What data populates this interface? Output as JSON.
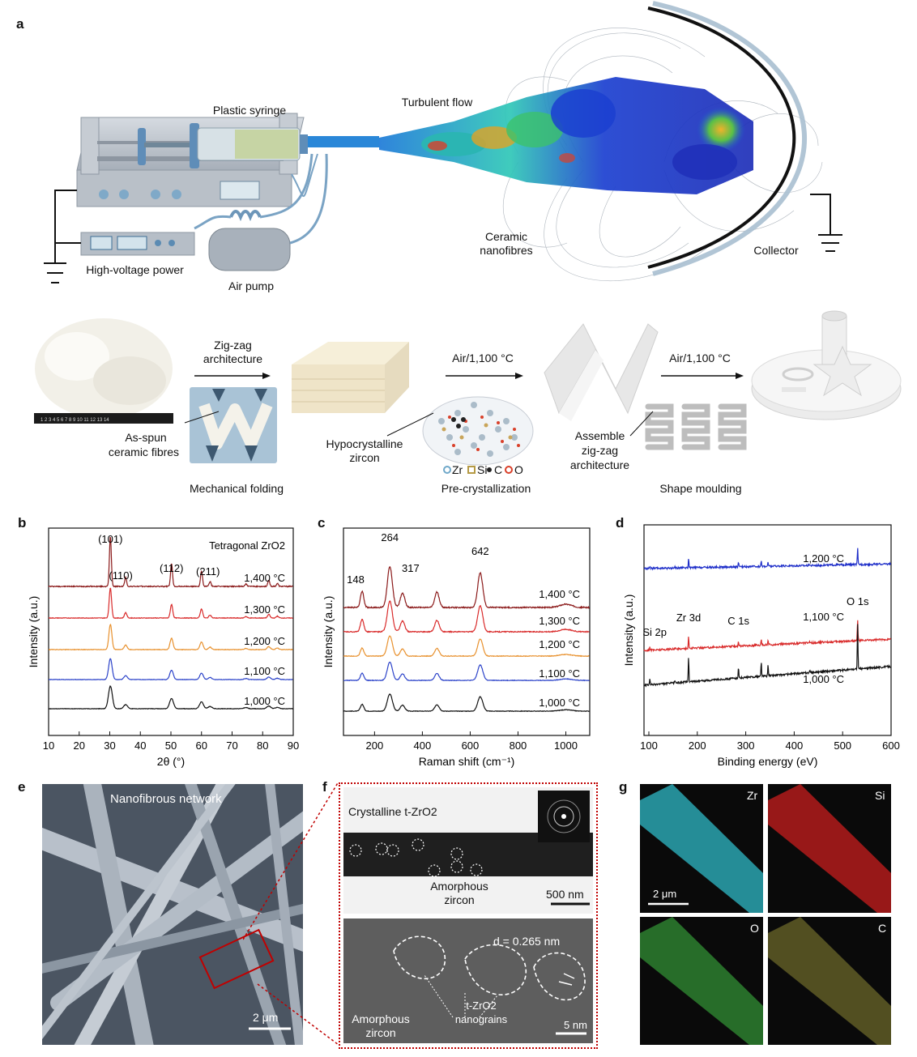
{
  "panels": {
    "a": "a",
    "b": "b",
    "c": "c",
    "d": "d",
    "e": "e",
    "f": "f",
    "g": "g"
  },
  "schematic": {
    "plastic_syringe": "Plastic syringe",
    "turbulent_flow": "Turbulent flow",
    "ceramic_nanofibres_1": "Ceramic",
    "ceramic_nanofibres_2": "nanofibres",
    "collector": "Collector",
    "high_voltage_power": "High-voltage power",
    "air_pump": "Air pump"
  },
  "process": {
    "zigzag_1": "Zig-zag",
    "zigzag_2": "architecture",
    "air1": "Air/1,100 °C",
    "air2": "Air/1,100 °C",
    "as_spun_1": "As-spun",
    "as_spun_2": "ceramic fibres",
    "mechanical_folding": "Mechanical folding",
    "hypocrystalline_1": "Hypocrystalline",
    "hypocrystalline_2": "zircon",
    "legend_zr": "Zr",
    "legend_si": "Si",
    "legend_c": "C",
    "legend_o": "O",
    "pre_crystallization": "Pre-crystallization",
    "assemble_1": "Assemble",
    "assemble_2": "zig-zag",
    "assemble_3": "architecture",
    "shape_moulding": "Shape moulding",
    "ruler_ticks": "1  2  3  4  5  6  7  8  9  10  11  12  13  14",
    "colors": {
      "arrow": "#111111",
      "fibre": "#f3f1ea",
      "mould": "#a9c3d6"
    }
  },
  "chart_data": [
    {
      "type": "line",
      "panel": "b",
      "title": "Tetragonal ZrO2",
      "xlabel": "2θ (°)",
      "ylabel": "Intensity (a.u.)",
      "xlim": [
        10,
        90
      ],
      "xticks": [
        10,
        20,
        30,
        40,
        50,
        60,
        70,
        80,
        90
      ],
      "yticks": "none",
      "peak_labels": [
        {
          "text": "(101)",
          "x": 30.2
        },
        {
          "text": "(110)",
          "x": 35.2
        },
        {
          "text": "(112)",
          "x": 50.2
        },
        {
          "text": "(211)",
          "x": 60.0
        }
      ],
      "peaks": [
        {
          "x": 30.2,
          "rel": 1.0
        },
        {
          "x": 35.2,
          "rel": 0.18
        },
        {
          "x": 50.2,
          "rel": 0.45
        },
        {
          "x": 60.0,
          "rel": 0.3
        },
        {
          "x": 62.8,
          "rel": 0.1
        },
        {
          "x": 74.5,
          "rel": 0.05
        },
        {
          "x": 82.0,
          "rel": 0.12
        },
        {
          "x": 84.8,
          "rel": 0.06
        }
      ],
      "series": [
        {
          "name": "1,400 °C",
          "color": "#8b1a1a",
          "scale": 1.0,
          "width": 0.45
        },
        {
          "name": "1,300 °C",
          "color": "#d92b2b",
          "scale": 0.6,
          "width": 0.55
        },
        {
          "name": "1,200 °C",
          "color": "#e8912e",
          "scale": 0.5,
          "width": 0.7
        },
        {
          "name": "1,100 °C",
          "color": "#2c43c9",
          "scale": 0.42,
          "width": 0.8
        },
        {
          "name": "1,000 °C",
          "color": "#111111",
          "scale": 0.45,
          "width": 0.9
        }
      ]
    },
    {
      "type": "line",
      "panel": "c",
      "xlabel": "Raman shift (cm⁻¹)",
      "ylabel": "Intensity (a.u.)",
      "xlim": [
        70,
        1100
      ],
      "xticks": [
        200,
        400,
        600,
        800,
        1000
      ],
      "yticks": "none",
      "peak_labels": [
        {
          "text": "148",
          "x": 148
        },
        {
          "text": "264",
          "x": 264
        },
        {
          "text": "317",
          "x": 317
        },
        {
          "text": "642",
          "x": 642
        }
      ],
      "peaks": [
        {
          "x": 148,
          "rel": 0.4,
          "w": 10
        },
        {
          "x": 264,
          "rel": 1.0,
          "w": 15
        },
        {
          "x": 317,
          "rel": 0.35,
          "w": 13
        },
        {
          "x": 461,
          "rel": 0.38,
          "w": 13
        },
        {
          "x": 642,
          "rel": 0.85,
          "w": 15
        },
        {
          "x": 1000,
          "rel": 0.08,
          "w": 35
        }
      ],
      "series": [
        {
          "name": "1,400 °C",
          "color": "#8b1a1a",
          "scale": 1.0
        },
        {
          "name": "1,300 °C",
          "color": "#d92b2b",
          "scale": 0.75
        },
        {
          "name": "1,200 °C",
          "color": "#e8912e",
          "scale": 0.5
        },
        {
          "name": "1,100 °C",
          "color": "#2c43c9",
          "scale": 0.45
        },
        {
          "name": "1,000 °C",
          "color": "#111111",
          "scale": 0.42
        }
      ]
    },
    {
      "type": "line",
      "panel": "d",
      "xlabel": "Binding energy (eV)",
      "ylabel": "Intensity (a.u.)",
      "xlim": [
        90,
        600
      ],
      "xticks": [
        100,
        200,
        300,
        400,
        500,
        600
      ],
      "yticks": "none",
      "peak_labels": [
        {
          "text": "Si 2p",
          "x": 102
        },
        {
          "text": "Zr 3d",
          "x": 182
        },
        {
          "text": "C 1s",
          "x": 285
        },
        {
          "text": "O 1s",
          "x": 531
        }
      ],
      "peaks": [
        {
          "x": 102,
          "rel": 0.12
        },
        {
          "x": 154,
          "rel": 0.06
        },
        {
          "x": 182,
          "rel": 0.55
        },
        {
          "x": 285,
          "rel": 0.24
        },
        {
          "x": 332,
          "rel": 0.3
        },
        {
          "x": 346,
          "rel": 0.22
        },
        {
          "x": 432,
          "rel": 0.04
        },
        {
          "x": 531,
          "rel": 1.0
        }
      ],
      "series": [
        {
          "name": "1,200 °C",
          "color": "#1f2fc9",
          "ramp": 0.05,
          "c": 0.35
        },
        {
          "name": "1,100 °C",
          "color": "#d92b2b",
          "ramp": 0.12,
          "c": 0.45
        },
        {
          "name": "1,000 °C",
          "color": "#111111",
          "ramp": 0.2,
          "c": 1.0
        }
      ]
    }
  ],
  "micro": {
    "nanofibrous_network": "Nanofibrous network",
    "scale_e": "2 μm",
    "crystalline": "Crystalline t-ZrO2",
    "amorphous_top_1": "Amorphous",
    "amorphous_top_2": "zircon",
    "scale_f_top": "500 nm",
    "d_spacing": "d = 0.265 nm",
    "t_zro2_1": "t-ZrO2",
    "t_zro2_2": "nanograins",
    "amorphous_bottom_1": "Amorphous",
    "amorphous_bottom_2": "zircon",
    "scale_f_bottom": "5 nm",
    "map_zr": "Zr",
    "map_si": "Si",
    "map_o": "O",
    "map_c": "C",
    "scale_g": "2 μm",
    "map_colors": {
      "Zr": "#2fb9c7",
      "Si": "#c81e1e",
      "O": "#38a33a",
      "C": "#9a9338"
    }
  }
}
